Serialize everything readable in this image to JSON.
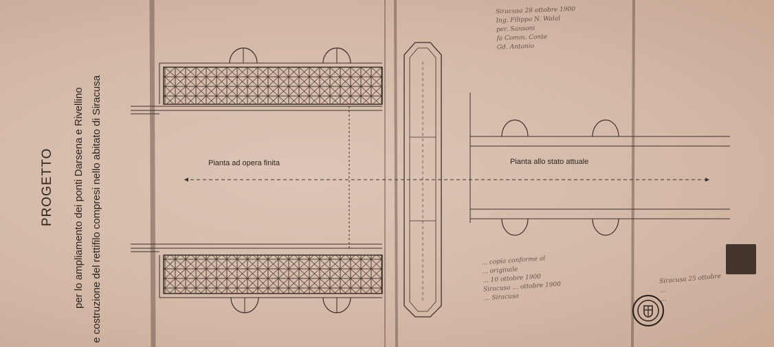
{
  "document": {
    "title": "PROGETTO",
    "subtitle_line1": "per lo ampliamento dei ponti Darsena e Rivellino",
    "subtitle_line2": "e costruzione del rettifilo compresi nello abitato di Siracusa",
    "plan_finished_label": "Pianta ad opera finita",
    "plan_current_label": "Pianta allo stato attuale"
  },
  "handwriting": {
    "note_top": [
      "Siracusa 28 ottobre 1900",
      "Ing. Filippo N. Walal",
      "per. Sansoni",
      "fa Comm. Conte",
      "Gd. Antonio"
    ],
    "note_bottom": [
      "... copia conforme al",
      "... originale",
      "... 10 ottobre 1900",
      "Siracusa ... ottobre 1900",
      "... Siracusa"
    ],
    "signature_lines": [
      "Siracusa 25 ottobre",
      "...",
      "..."
    ]
  },
  "colors": {
    "paper": "#d8bfae",
    "ink": "#2e2420"
  }
}
